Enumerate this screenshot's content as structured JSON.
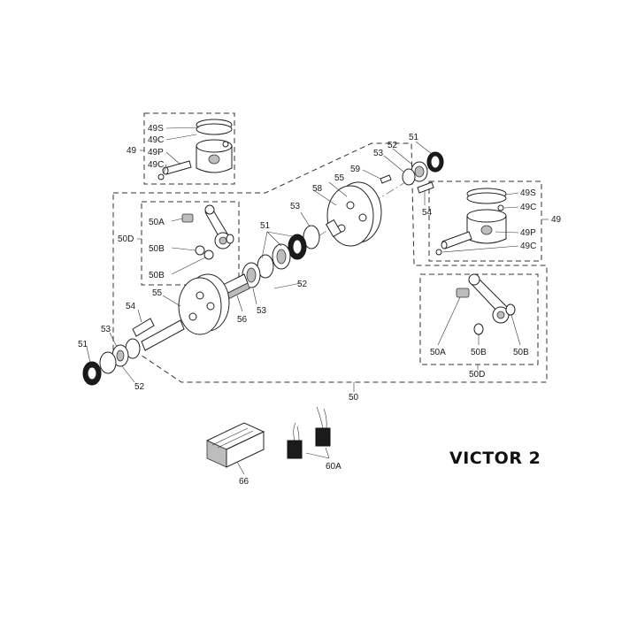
{
  "title": "VICTOR 2",
  "labels": {
    "piston_left": {
      "ring": "49S",
      "circlip_top": "49C",
      "pin": "49P",
      "circlip_bottom": "49C",
      "group": "49"
    },
    "piston_right": {
      "ring": "49S",
      "circlip_top": "49C",
      "pin": "49P",
      "circlip_bottom": "49C",
      "group": "49"
    },
    "conrod_left": {
      "bearing": "50A",
      "washer_1": "50B",
      "washer_2": "50B",
      "group": "50D"
    },
    "conrod_right": {
      "bearing": "50A",
      "washer": "50B",
      "washer_2": "50B",
      "group": "50D"
    },
    "crank": {
      "seal_right": "51",
      "bearing_right_a": "52",
      "bearing_right_b": "53",
      "key": "59",
      "half_right": "55",
      "web_right": "58",
      "pin_right": "54",
      "bearing_mid_top": "53",
      "seals_mid": "51",
      "bearings_mid": "52",
      "half_left": "55",
      "pin_left": "54",
      "shaft": "56",
      "bearing_mid_low": "53",
      "seal_left": "51",
      "bearing_left_a": "53",
      "bearing_left_b": "52",
      "assembly": "50"
    },
    "accessories": {
      "regulator": "66",
      "brushes": "60A"
    }
  }
}
